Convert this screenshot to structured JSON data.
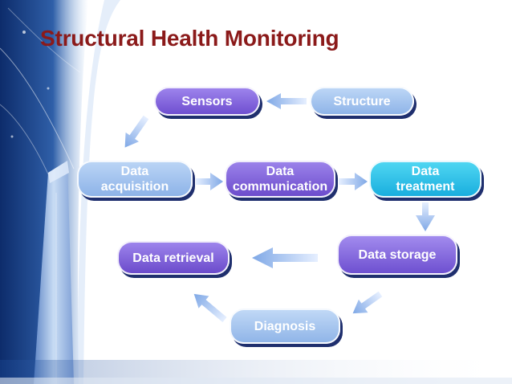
{
  "title": "Structural Health Monitoring",
  "nodes": {
    "sensors": "Sensors",
    "structure": "Structure",
    "data_acquisition": [
      "Data",
      "acquisition"
    ],
    "data_communication": [
      "Data",
      "communication"
    ],
    "data_treatment": [
      "Data",
      "treatment"
    ],
    "data_storage": "Data storage",
    "data_retrieval": "Data retrieval",
    "diagnosis": "Diagnosis"
  },
  "colors": {
    "title": "#8b1a1a",
    "violet": "#7a5bd6",
    "light_blue": "#9fc2ee",
    "cyan": "#2fc6ea",
    "arrow": "#9cc0ec",
    "shadow": "#1f2f6e"
  }
}
